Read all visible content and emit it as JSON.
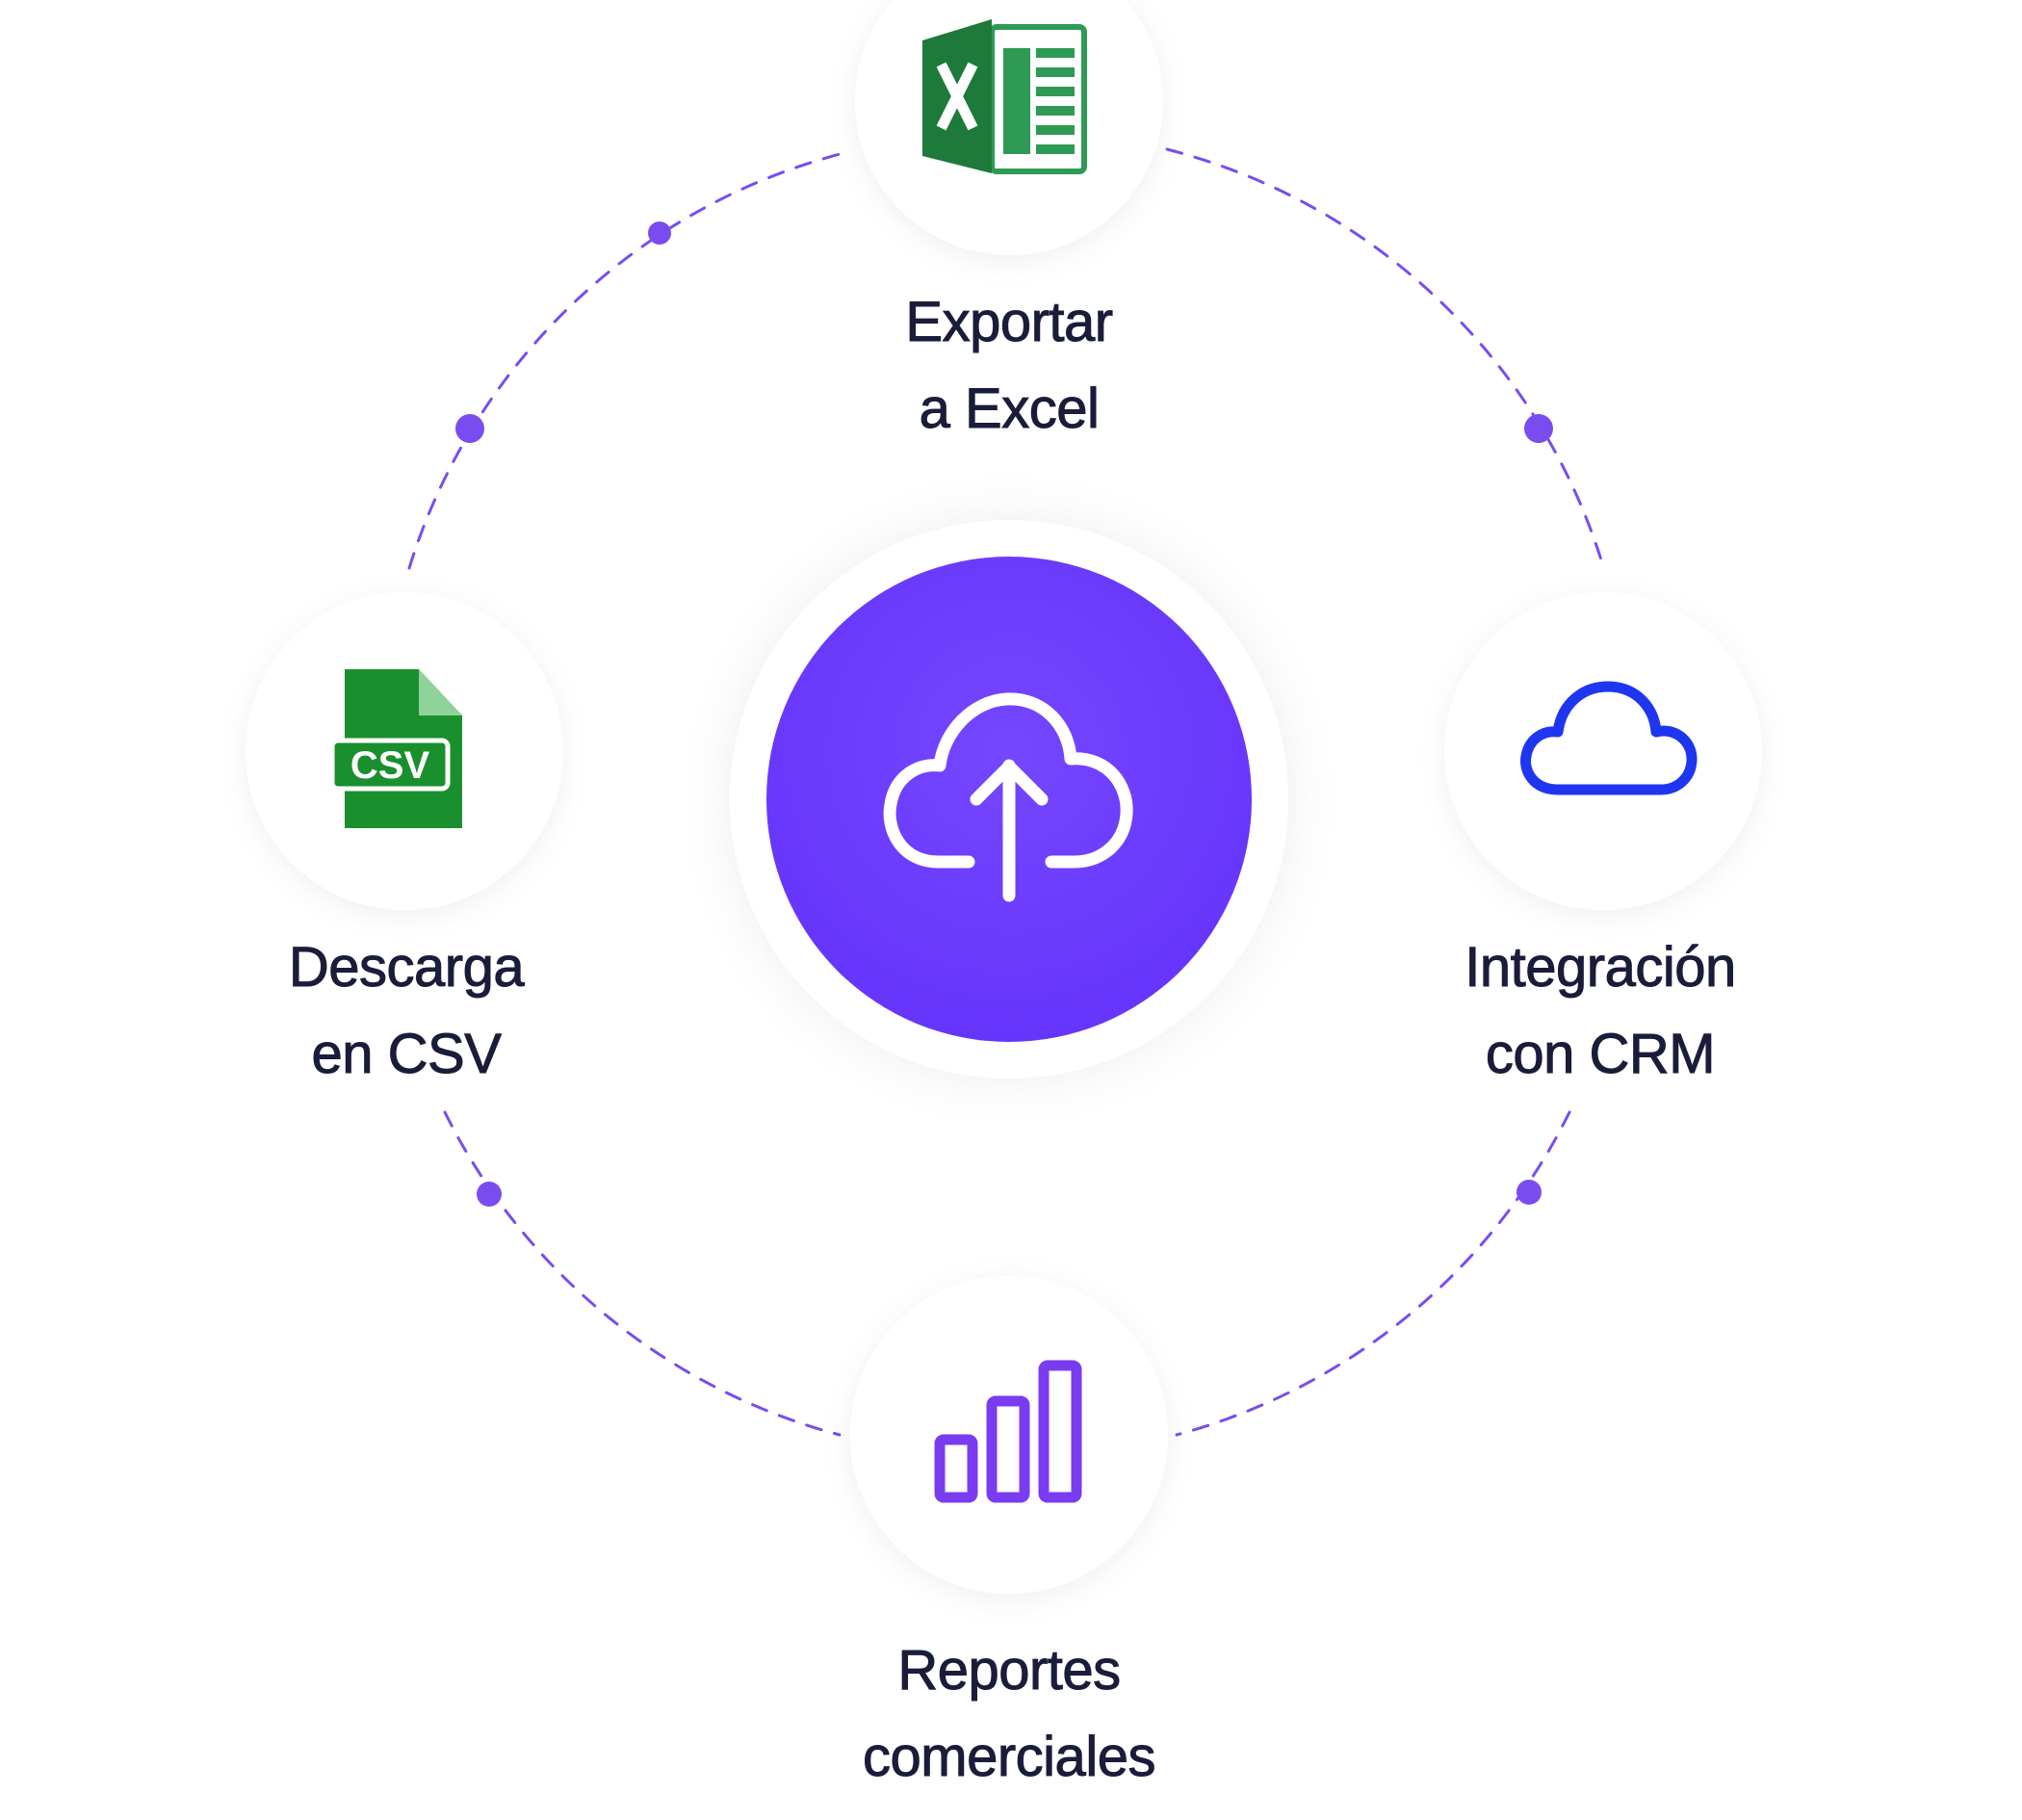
{
  "diagram": {
    "center": {
      "icon": "cloud-upload-icon",
      "color": "#6a3cff"
    },
    "nodes": [
      {
        "id": "excel",
        "icon": "excel-icon",
        "line1": "Exportar",
        "line2": "a Excel"
      },
      {
        "id": "csv",
        "icon": "csv-file-icon",
        "line1": "Descarga",
        "line2": "en CSV"
      },
      {
        "id": "crm",
        "icon": "cloud-icon",
        "line1": "Integración",
        "line2": "con CRM"
      },
      {
        "id": "report",
        "icon": "bar-chart-icon",
        "line1": "Reportes",
        "line2": "comerciales"
      }
    ],
    "colors": {
      "accent": "#6a3cff",
      "connector": "#7a4cf0",
      "excel_green": "#1d7a3a",
      "csv_green": "#1a8f2e",
      "crm_blue": "#1f36f0",
      "text": "#1a1d3a"
    }
  }
}
